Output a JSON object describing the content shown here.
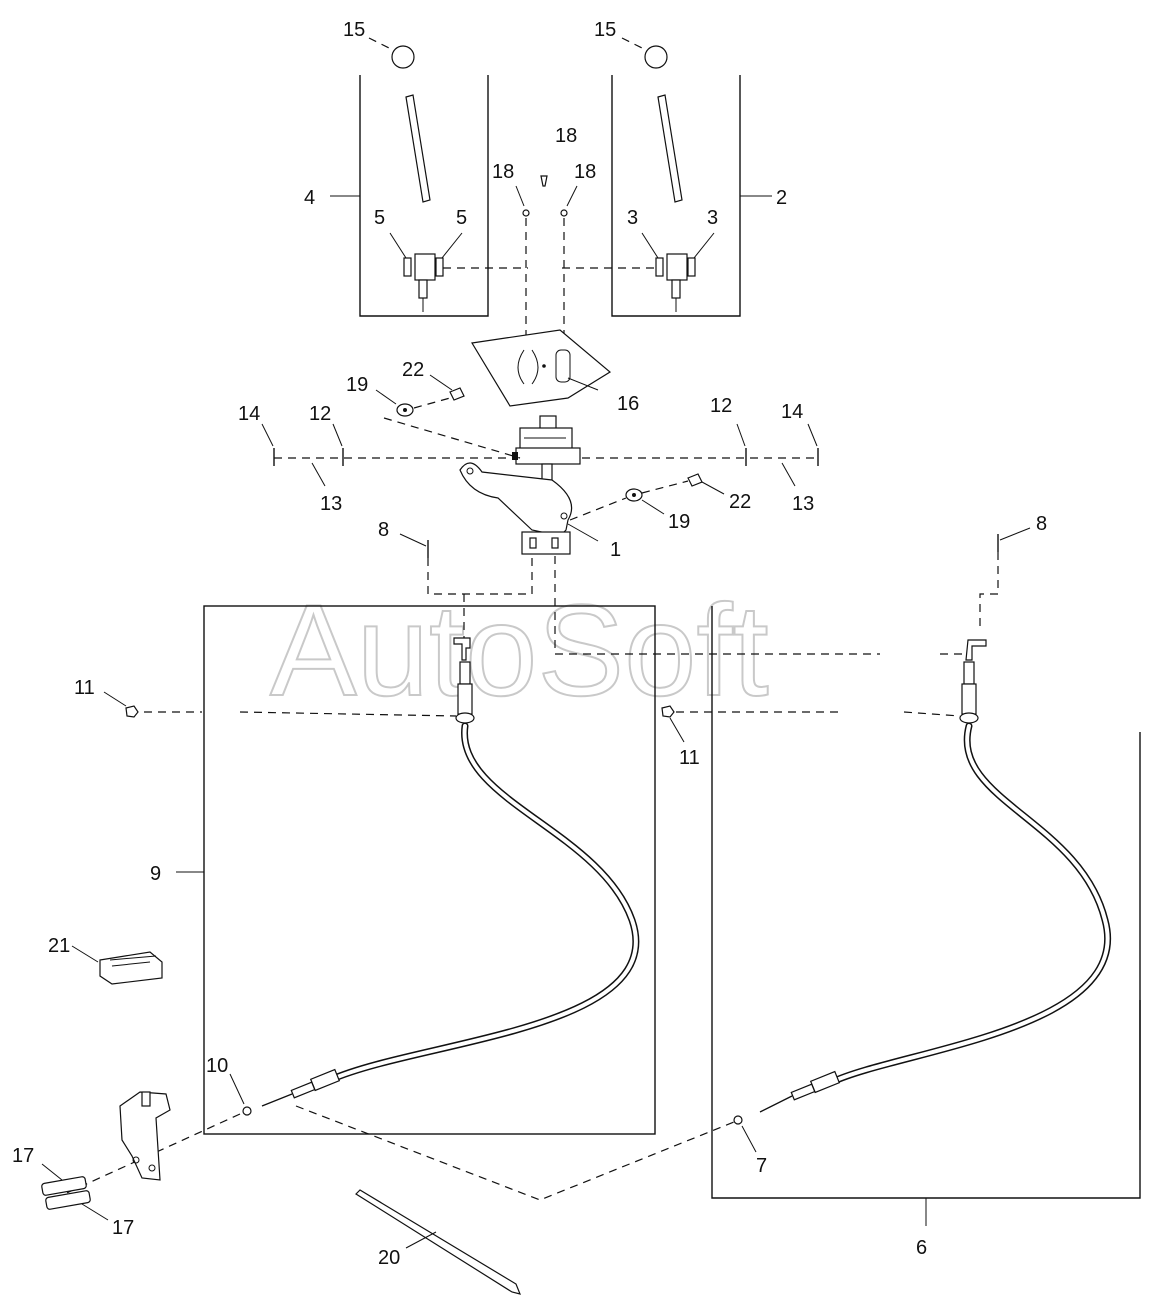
{
  "watermark": "AutoSoft",
  "callouts": {
    "c1": "1",
    "c2": "2",
    "c3a": "3",
    "c3b": "3",
    "c4": "4",
    "c5a": "5",
    "c5b": "5",
    "c6": "6",
    "c7": "7",
    "c8a": "8",
    "c8b": "8",
    "c9": "9",
    "c10": "10",
    "c11a": "11",
    "c11b": "11",
    "c12a": "12",
    "c12b": "12",
    "c13a": "13",
    "c13b": "13",
    "c14a": "14",
    "c14b": "14",
    "c15a": "15",
    "c15b": "15",
    "c16": "16",
    "c17a": "17",
    "c17b": "17",
    "c18a": "18",
    "c18b": "18",
    "c18c": "18",
    "c19a": "19",
    "c19b": "19",
    "c20": "20",
    "c21": "21",
    "c22a": "22",
    "c22b": "22"
  }
}
